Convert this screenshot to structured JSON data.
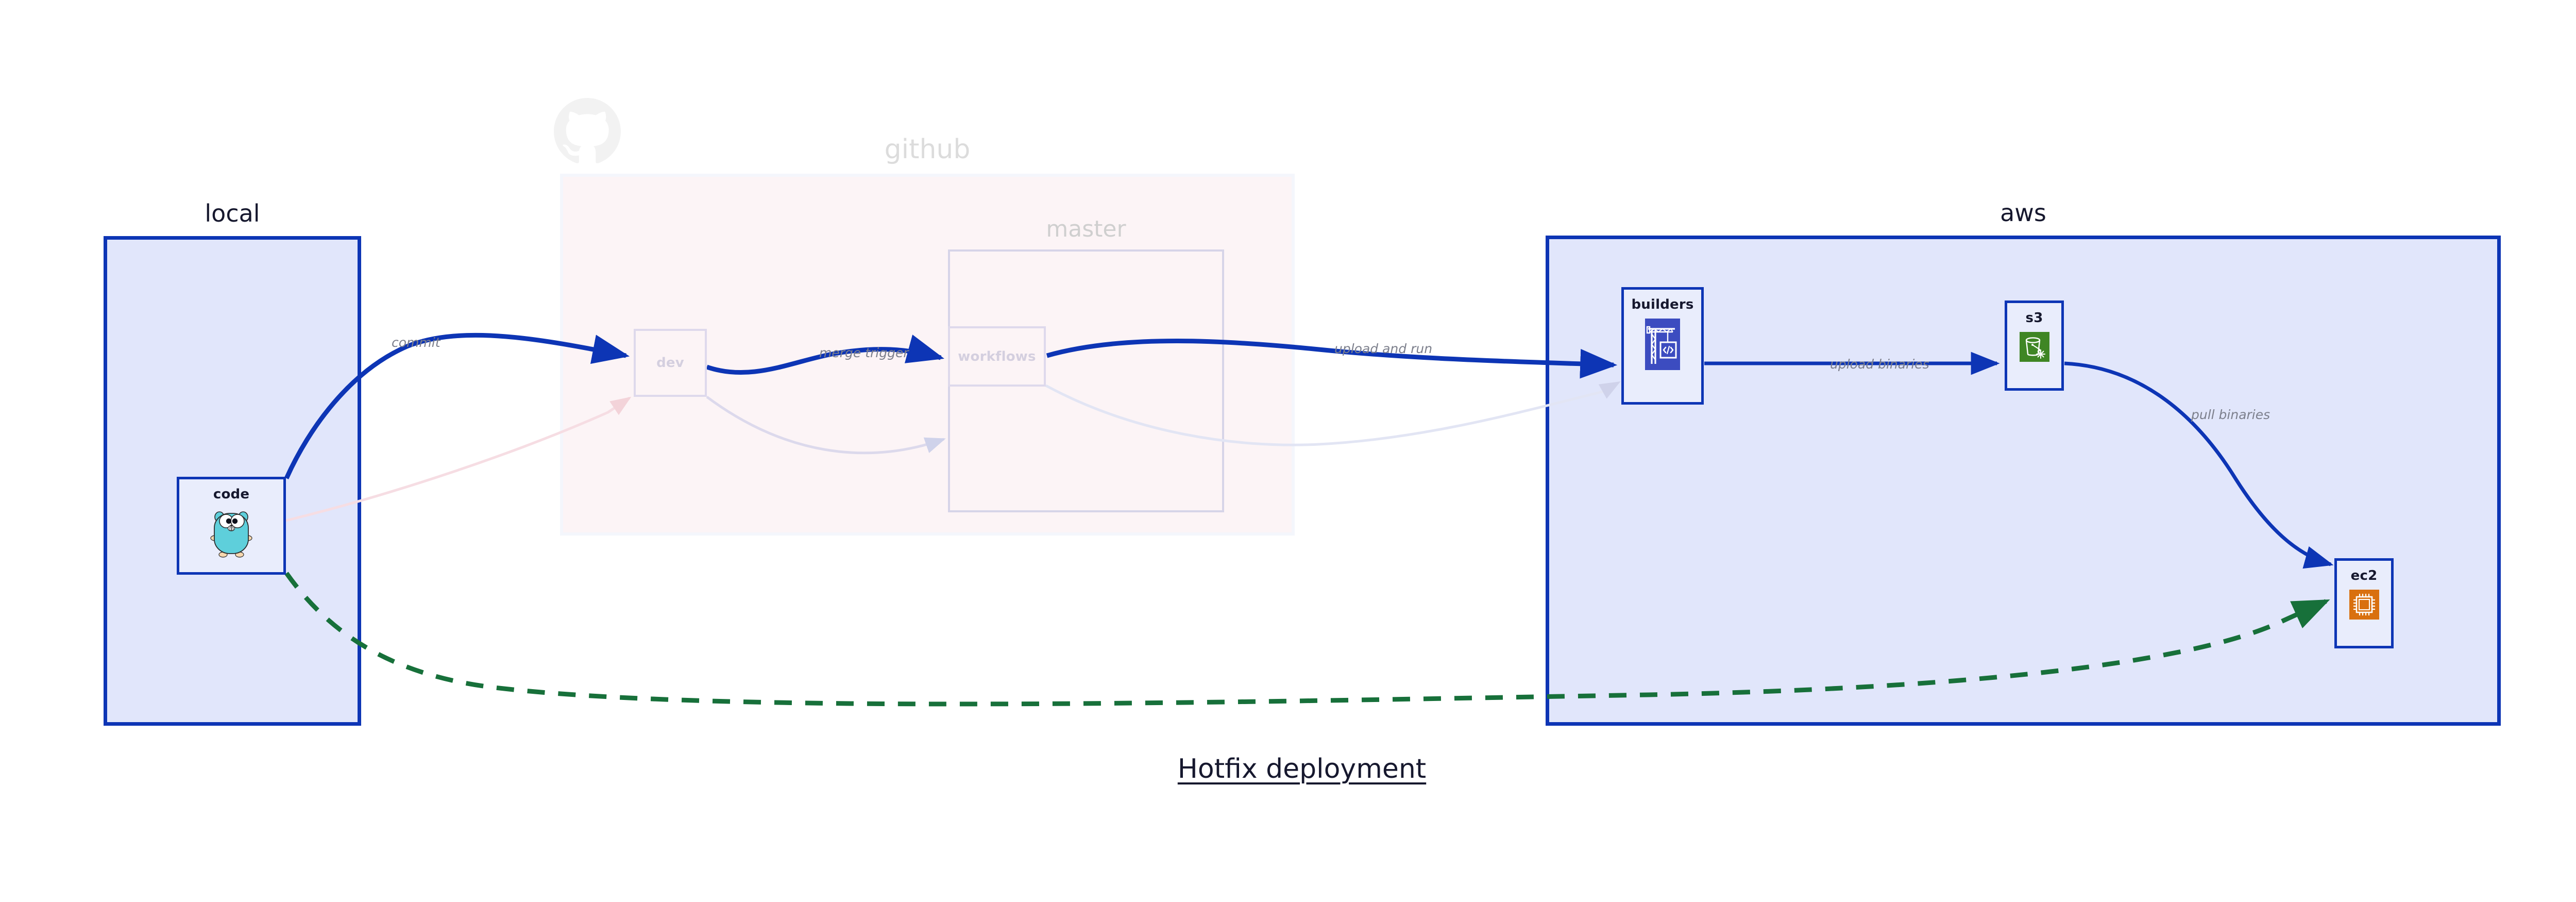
{
  "caption": "Hotfix deployment",
  "clusters": [
    {
      "id": "local",
      "label": "local"
    },
    {
      "id": "github",
      "label": "github"
    },
    {
      "id": "master",
      "label": "master"
    },
    {
      "id": "aws",
      "label": "aws"
    }
  ],
  "nodes": [
    {
      "id": "code",
      "label": "code",
      "icon": "go-gopher-icon",
      "cluster": "local"
    },
    {
      "id": "dev",
      "label": "dev",
      "icon": "none",
      "cluster": "github"
    },
    {
      "id": "workflows",
      "label": "workflows",
      "icon": "none",
      "cluster": "master"
    },
    {
      "id": "builders",
      "label": "builders",
      "icon": "aws-crane-code-icon",
      "cluster": "aws"
    },
    {
      "id": "s3",
      "label": "s3",
      "icon": "aws-s3-glacier-bucket-icon",
      "cluster": "aws"
    },
    {
      "id": "ec2",
      "label": "ec2",
      "icon": "aws-ec2-chip-icon",
      "cluster": "aws"
    }
  ],
  "edges": [
    {
      "id": "commit",
      "label": "commit",
      "from": "code",
      "to": "dev",
      "style": "solid",
      "color": "#0d35b5"
    },
    {
      "id": "merge-trigger",
      "label": "merge trigger",
      "from": "dev",
      "to": "workflows",
      "style": "solid",
      "color": "#0d35b5"
    },
    {
      "id": "upload-and-run",
      "label": "upload and run",
      "from": "workflows",
      "to": "builders",
      "style": "solid",
      "color": "#0d35b5"
    },
    {
      "id": "upload-binaries",
      "label": "upload binaries",
      "from": "builders",
      "to": "s3",
      "style": "solid",
      "color": "#0d35b5"
    },
    {
      "id": "pull-binaries",
      "label": "pull binaries",
      "from": "s3",
      "to": "ec2",
      "style": "solid",
      "color": "#0d35b5"
    },
    {
      "id": "hotfix-direct",
      "label": "",
      "from": "code",
      "to": "ec2",
      "style": "dashed",
      "color": "#17703a"
    }
  ],
  "icons": {
    "github_mark": "github-logo-icon"
  },
  "colors": {
    "cluster_blue_border": "#0d35b5",
    "cluster_blue_fill": "#e1e6fb",
    "cluster_pink_fill": "#f7dde4",
    "node_fill": "#e9edfc",
    "edge_blue": "#0d35b5",
    "edge_green": "#17703a",
    "label_gray": "#7c7f8c",
    "text_dark": "#16182e",
    "aws_builders_purple": "#3c4cc0",
    "aws_s3_green": "#3f8624",
    "aws_ec2_orange": "#d9700f",
    "gopher_cyan": "#5ecfdb"
  }
}
